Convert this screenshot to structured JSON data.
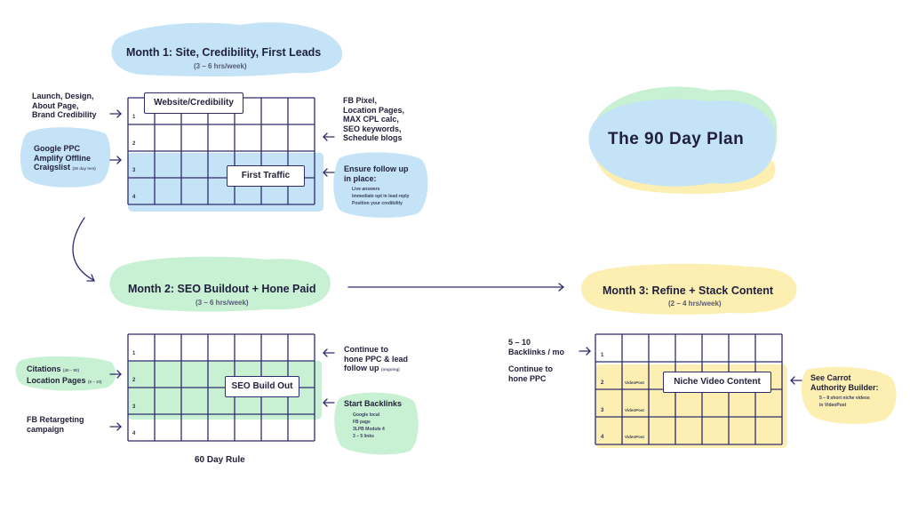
{
  "title": "The 90 Day Plan",
  "month1": {
    "heading": "Month 1: Site, Credibility, First Leads",
    "hours": "(3 – 6 hrs/week)",
    "left_top": [
      "Launch, Design,",
      "About Page,",
      "Brand Credibility"
    ],
    "left_mid": [
      "Google PPC",
      "Amplify Offline",
      "Craigslist"
    ],
    "left_mid_note": "(30 day test)",
    "box1": "Website/Credibility",
    "box2": "First Traffic",
    "right_top": [
      "FB Pixel,",
      "Location Pages,",
      "MAX CPL calc,",
      "SEO keywords,",
      "Schedule blogs"
    ],
    "right_mid_head": [
      "Ensure follow up",
      "in place:"
    ],
    "right_mid_items": [
      "Live answers",
      "Immediate opt in lead reply",
      "Position your credibility"
    ],
    "rows": [
      "1",
      "2",
      "3",
      "4"
    ]
  },
  "month2": {
    "heading": "Month 2: SEO Buildout + Hone Paid",
    "hours": "(3 – 6 hrs/week)",
    "citations": "Citations",
    "citations_note": "(40 – 80)",
    "location_pages": "Location Pages",
    "location_note": "(5 – 10)",
    "retargeting": [
      "FB Retargeting",
      "campaign"
    ],
    "box": "SEO Build Out",
    "continue": [
      "Continue to",
      "hone PPC & lead",
      "follow up"
    ],
    "continue_note": "(ongoing)",
    "backlinks_head": "Start Backlinks",
    "backlinks_items": [
      "Google local",
      "FB page",
      "3LPB Module 4",
      "3 – 5 links"
    ],
    "footer": "60 Day Rule",
    "rows": [
      "1",
      "2",
      "3",
      "4"
    ]
  },
  "month3": {
    "heading": "Month 3: Refine + Stack Content",
    "hours": "(2 – 4 hrs/week)",
    "left_top": [
      "5 – 10",
      "Backlinks / mo"
    ],
    "left_mid": [
      "Continue to",
      "hone PPC"
    ],
    "box": "Niche Video Content",
    "right_head": [
      "See Carrot",
      "Authority Builder:"
    ],
    "right_items": [
      "5 – 8 short niche videos",
      "in VideoPost"
    ],
    "cell_label": "VideoPost",
    "rows": [
      "1",
      "2",
      "3",
      "4"
    ]
  },
  "colors": {
    "blue": "#c5e3f6",
    "green": "#c8f0d2",
    "yellow": "#fcefb1",
    "grid": "#2e2c6e"
  }
}
